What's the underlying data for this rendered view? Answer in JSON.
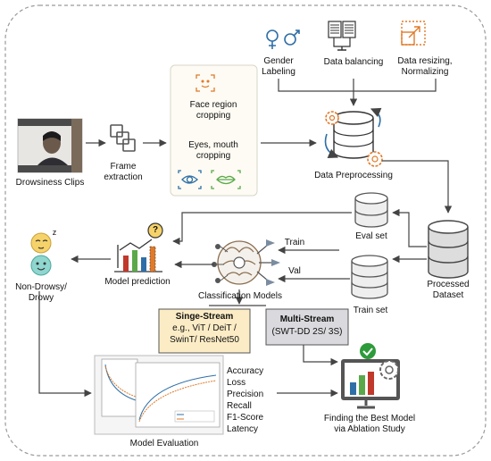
{
  "labels": {
    "drowsiness_clips": "Drowsiness Clips",
    "frame_extraction_1": "Frame",
    "frame_extraction_2": "extraction",
    "face_region_1": "Face region",
    "face_region_2": "cropping",
    "eyes_mouth_1": "Eyes, mouth",
    "eyes_mouth_2": "cropping",
    "gender_1": "Gender",
    "gender_2": "Labeling",
    "data_balancing": "Data balancing",
    "resizing_1": "Data resizing,",
    "resizing_2": "Normalizing",
    "data_preprocessing": "Data Preprocessing",
    "eval_set": "Eval set",
    "train_set": "Train set",
    "processed_1": "Processed",
    "processed_2": "Dataset",
    "train_arrow": "Train",
    "val_arrow": "Val",
    "classification_models": "Classification Models",
    "model_prediction": "Model prediction",
    "non_drowsy_1": "Non-Drowsy/",
    "non_drowsy_2": "Drowy",
    "single_stream_title": "Singe-Stream",
    "single_stream_1": "e.g., ViT / DeiT /",
    "single_stream_2": "SwinT/ ResNet50",
    "multi_stream_title": "Multi-Stream",
    "multi_stream_1": "(SWT-DD 2S/ 3S)",
    "model_evaluation": "Model Evaluation",
    "best_model_1": "Finding the Best Model",
    "best_model_2": "via Ablation Study",
    "question_mark": "?",
    "zzz": "z"
  },
  "metrics": [
    "Accuracy",
    "Loss",
    "Precision",
    "Recall",
    "F1-Score",
    "Latency"
  ],
  "colors": {
    "icon_blue": "#2f6fa7",
    "icon_orange": "#e07a2a",
    "icon_green": "#5aa84a",
    "icon_red": "#c0392b",
    "db_gray": "#555555",
    "frame_bg": "#fdfbf3",
    "single_stream_bg": "#fbecc5",
    "multi_stream_bg": "#d9d9de",
    "check_green": "#2e9b3a"
  }
}
